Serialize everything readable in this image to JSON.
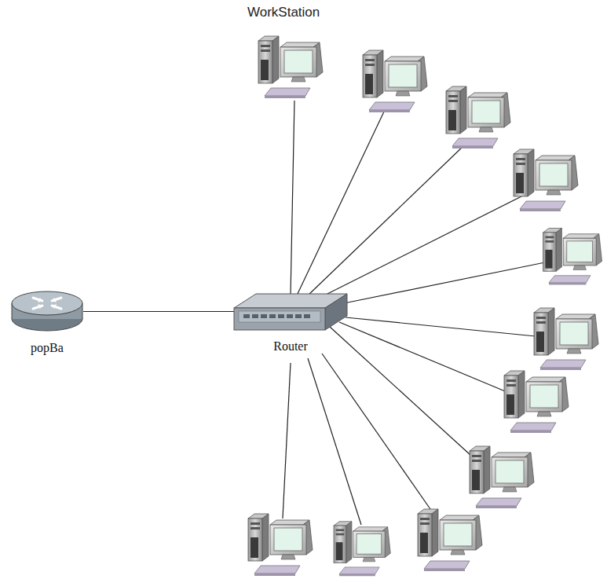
{
  "diagram": {
    "nodes": [
      {
        "text": [
          "popBa"
        ]
      },
      {
        "text": [
          "Router"
        ]
      }
    ],
    "edges": [
      {
        "from": 0,
        "to": 1,
        "arrow": "none"
      }
    ],
    "labels": [
      "WorkStation"
    ]
  }
}
